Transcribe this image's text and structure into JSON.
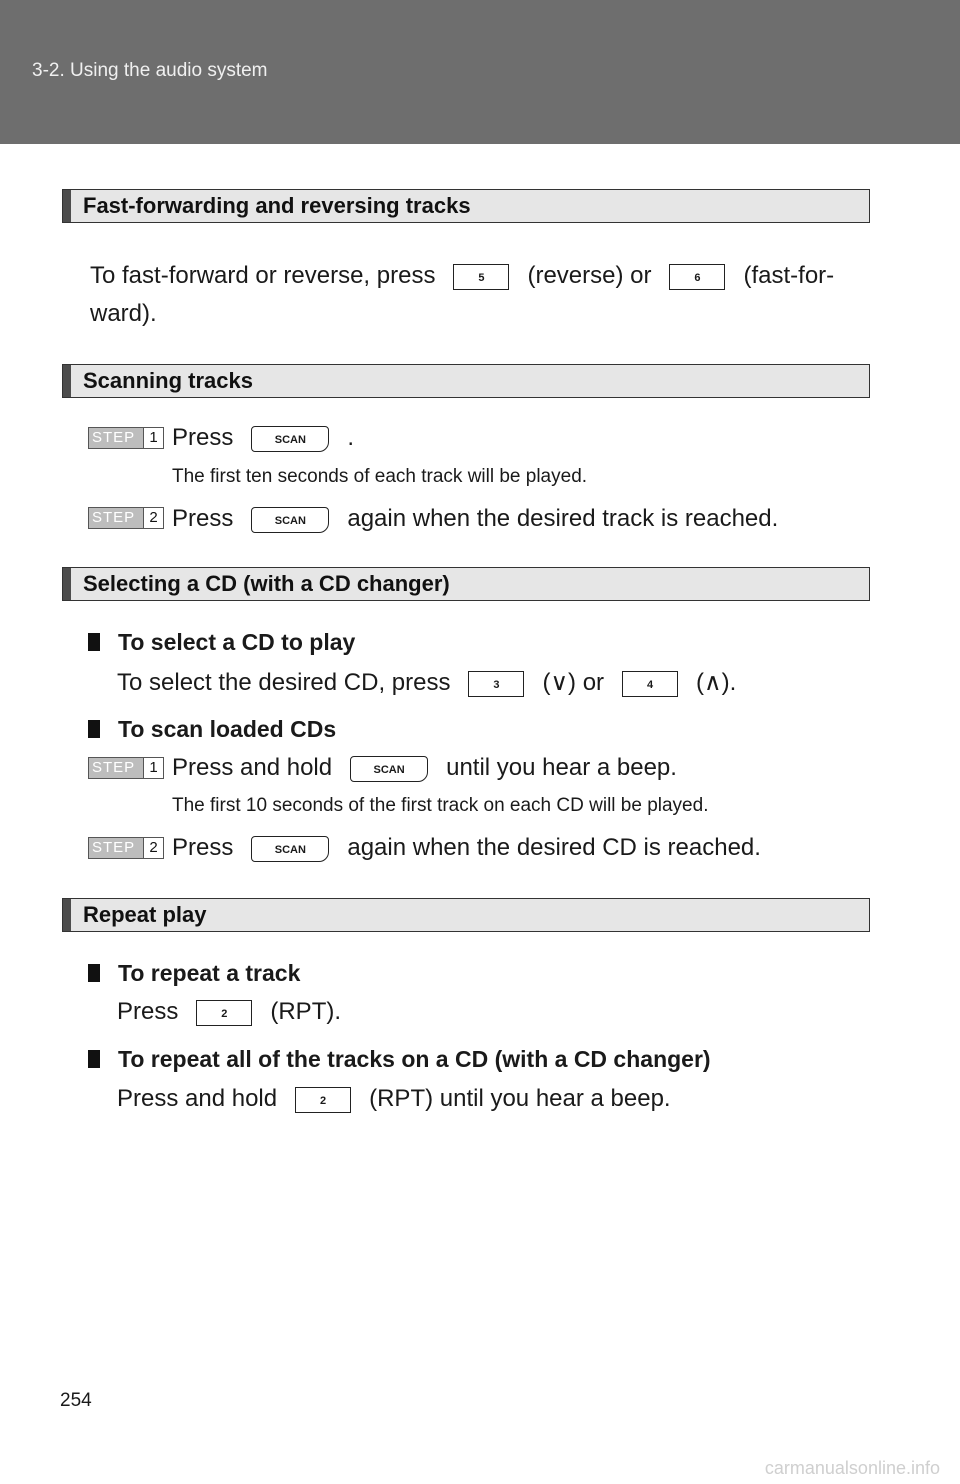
{
  "header": {
    "section": "3-2. Using the audio system"
  },
  "sections": {
    "ff": {
      "title": "Fast-forwarding and reversing tracks"
    },
    "scan": {
      "title": "Scanning tracks"
    },
    "cd": {
      "title": "Selecting a CD (with a CD changer)"
    },
    "repeat": {
      "title": "Repeat play"
    }
  },
  "ff_text": {
    "p1": "To fast-forward or reverse, press",
    "btn_reverse": "5",
    "p2": "(reverse) or",
    "btn_ff": "6",
    "p3": "(fast-for-",
    "p4": "ward)."
  },
  "steps": {
    "word": "STEP",
    "one": "1",
    "two": "2"
  },
  "scan_text": {
    "s1a": "Press",
    "s1b": ".",
    "s1_note": "The first ten seconds of each track will be played.",
    "s2a": "Press",
    "s2b": "again when the desired track is reached."
  },
  "scan_btn": "SCAN",
  "cd_text": {
    "h1": "To select a CD to play",
    "p1": "To select the desired CD, press",
    "btn_down": "3",
    "p2": "(∨) or",
    "btn_up": "4",
    "p3": "(∧).",
    "h2": "To scan loaded CDs",
    "s1a": "Press and hold",
    "s1b": "until you hear a beep.",
    "s1_note": "The first 10 seconds of the first track on each CD will be played.",
    "s2a": "Press",
    "s2b": "again when the desired CD is reached."
  },
  "repeat_text": {
    "h1": "To repeat a track",
    "p1a": "Press",
    "btn": "2",
    "p1b": "(RPT).",
    "h2": "To repeat all of the tracks on a CD (with a CD changer)",
    "p2a": "Press and hold",
    "p2b": "(RPT) until you hear a beep."
  },
  "page_number": "254",
  "footer": "carmanualsonline.info"
}
